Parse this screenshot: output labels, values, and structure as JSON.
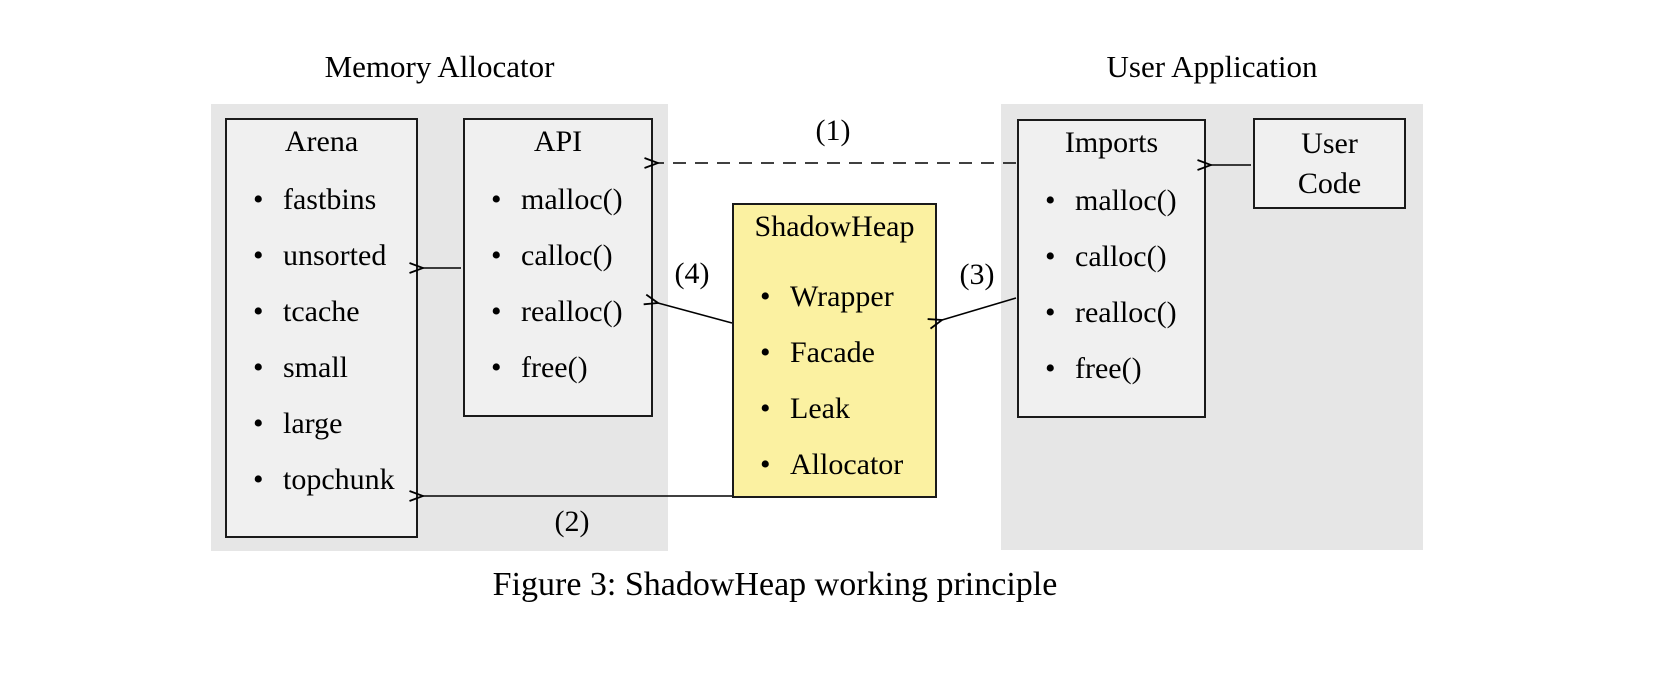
{
  "figure": {
    "left_section_title": "Memory Allocator",
    "right_section_title": "User Application",
    "caption": "Figure 3: ShadowHeap working principle"
  },
  "glyphs": {
    "bullet": "•"
  },
  "boxes": {
    "arena": {
      "title": "Arena",
      "items": [
        "fastbins",
        "unsorted",
        "tcache",
        "small",
        "large",
        "topchunk"
      ]
    },
    "api": {
      "title": "API",
      "items": [
        "malloc()",
        "calloc()",
        "realloc()",
        "free()"
      ]
    },
    "shadowheap": {
      "title": "ShadowHeap",
      "items": [
        "Wrapper",
        "Facade",
        "Leak",
        "Allocator"
      ]
    },
    "imports": {
      "title": "Imports",
      "items": [
        "malloc()",
        "calloc()",
        "realloc()",
        "free()"
      ]
    },
    "user_code": {
      "title_line1": "User",
      "title_line2": "Code"
    }
  },
  "arrow_labels": {
    "step1": "(1)",
    "step2": "(2)",
    "step3": "(3)",
    "step4": "(4)"
  },
  "colors": {
    "section_bg": "#e6e6e6",
    "box_bg": "#f0f0f0",
    "shadowheap_bg": "#fbf1a1",
    "border": "#1a1a1a",
    "arrow": "#000000"
  }
}
